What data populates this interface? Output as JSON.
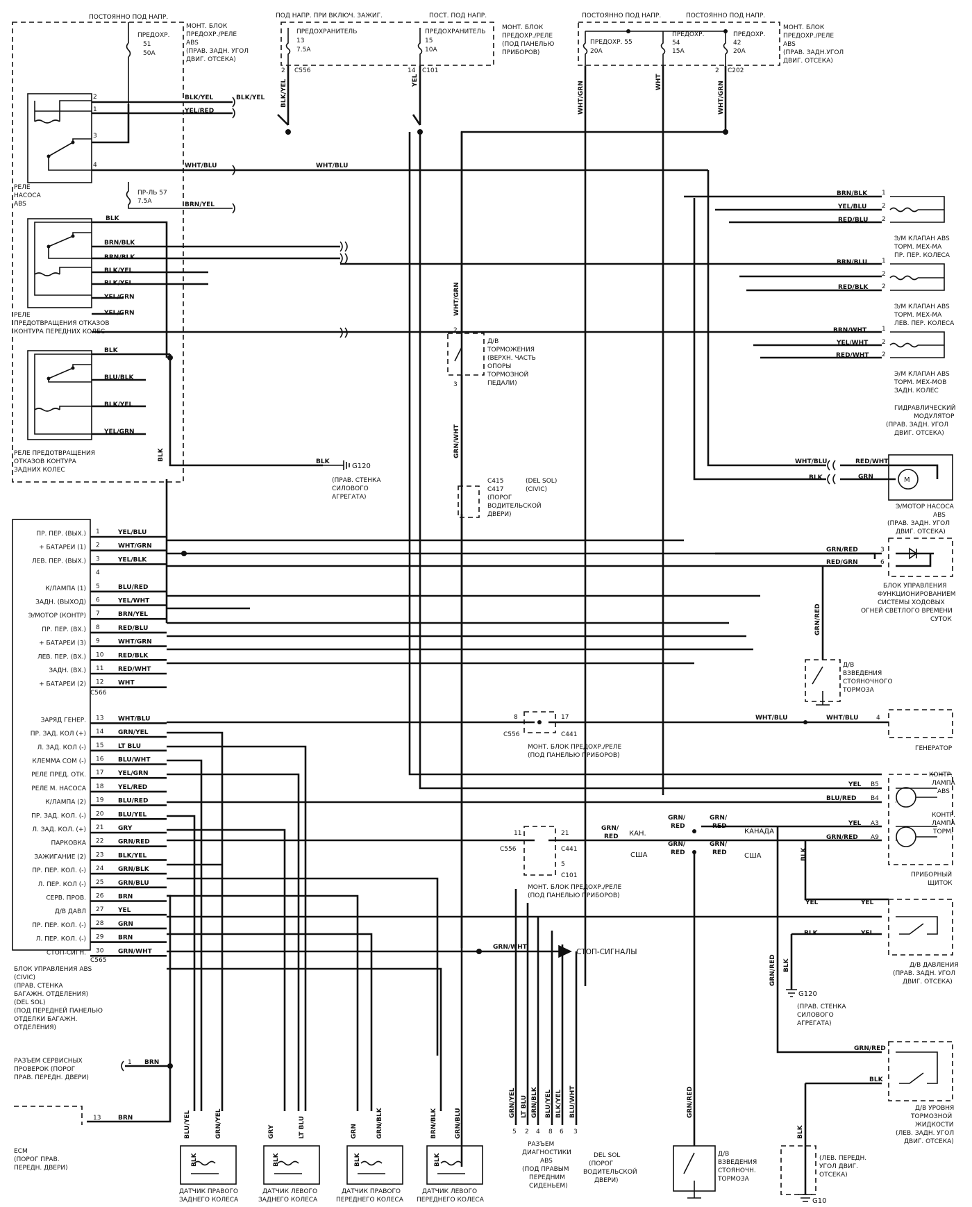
{
  "fuses_top": {
    "f51_hdr": "ПОСТОЯННО ПОД НАПР.",
    "f51_label": "ПРЕДОХР.",
    "f51_num": "51",
    "f51_amp": "50A",
    "abs_block": [
      "МОНТ. БЛОК",
      "ПРЕДОХР./РЕЛЕ",
      "ABS",
      "(ПРАВ. ЗАДН. УГОЛ",
      "ДВИГ. ОТСЕКА)"
    ],
    "ign_hdr": "ПОД НАПР. ПРИ ВКЛЮЧ. ЗАЖИГ.",
    "f13_label": "ПРЕДОХРАНИТЕЛЬ",
    "f13_num": "13",
    "f13_amp": "7.5A",
    "const_hdr2": "ПОСТ. ПОД НАПР.",
    "f15_label": "ПРЕДОХРАНИТЕЛЬ",
    "f15_num": "15",
    "f15_amp": "10A",
    "dash_block": [
      "МОНТ. БЛОК",
      "ПРЕДОХР./РЕЛЕ",
      "(ПОД ПАНЕЛЬЮ",
      "ПРИБОРОВ)"
    ],
    "f13_pin": "2",
    "f13_conn": "C556",
    "f15_pin": "14",
    "f15_conn": "C101",
    "const_hdr3": "ПОСТОЯННО ПОД НАПР.",
    "const_hdr4": "ПОСТОЯННО ПОД НАПР.",
    "f55_label": "ПРЕДОХР. 55",
    "f55_amp": "20A",
    "f54_label": "ПРЕДОХР.",
    "f54_num": "54",
    "f54_amp": "15A",
    "f42_label": "ПРЕДОХР.",
    "f42_num": "42",
    "f42_amp": "20A",
    "abs_block2": [
      "МОНТ. БЛОК",
      "ПРЕДОХР./РЕЛЕ",
      "ABS",
      "(ПРАВ. ЗАДН.УГОЛ",
      "ДВИГ. ОТСЕКА)"
    ],
    "f42_pin": "2",
    "f42_conn": "C202",
    "f57_label": "ПР-ЛЬ 57",
    "f57_amp": "7.5A"
  },
  "wires": {
    "blk_yel": "BLK/YEL",
    "yel_red": "YEL/RED",
    "wht_blu": "WHT/BLU",
    "brn_yel": "BRN/YEL",
    "blk": "BLK",
    "brn_blk": "BRN/BLK",
    "yel_grn": "YEL/GRN",
    "blu_blk": "BLU/BLK",
    "yel": "YEL",
    "wht_grn": "WHT/GRN",
    "wht": "WHT",
    "grn_wht": "GRN/WHT",
    "grn_red": "GRN/RED",
    "red_grn": "RED/GRN",
    "red_wht": "RED/WHT",
    "grn": "GRN",
    "brn_blu": "BRN/BLU",
    "yel_blu": "YEL/BLU",
    "red_blu": "RED/BLU",
    "red_blk": "RED/BLK",
    "brn_wht": "BRN/WHT",
    "yel_wht": "YEL/WHT",
    "blu_red": "BLU/RED",
    "blu_yel": "BLU/YEL",
    "gry": "GRY",
    "lt_blu": "LT BLU",
    "blu_wht": "BLU/WHT",
    "grn_blk": "GRN/BLK",
    "grn_yel": "GRN/YEL",
    "grn_blu": "GRN/BLU",
    "brn": "BRN",
    "red": "RED",
    "grn_slash": "GRN/"
  },
  "relays": {
    "pump_relay": [
      "РЕЛЕ",
      "НАСОСА",
      "ABS"
    ],
    "front_relay": [
      "РЕЛЕ",
      "ПРЕДОТВРАЩЕНИЯ ОТКАЗОВ",
      "КОНТУРА ПЕРЕДНИХ КОЛЕС"
    ],
    "rear_relay": [
      "РЕЛЕ ПРЕДОТВРАЩЕНИЯ",
      "ОТКАЗОВ КОНТУРА",
      "ЗАДНИХ КОЛЕС"
    ],
    "pins": [
      "2",
      "1",
      "3",
      "4"
    ]
  },
  "ground1": {
    "name": "G120",
    "label": [
      "(ПРАВ. СТЕНКА",
      "СИЛОВОГО",
      "АГРЕГАТА)"
    ]
  },
  "brake_switch": {
    "label": [
      "Д/В",
      "ТОРМОЖЕНИЯ",
      "(ВЕРХН. ЧАСТЬ",
      "ОПОРЫ",
      "ТОРМОЗНОЙ",
      "ПЕДАЛИ)"
    ],
    "pin_top": "2",
    "pin_bottom": "3"
  },
  "door_conn": {
    "c415": "C415",
    "delsol": "(DEL SOL)",
    "c417": "C417",
    "civic": "(CIVIC)",
    "label": [
      "(ПОРОГ",
      "ВОДИТЕЛЬСКОЙ",
      "ДВЕРИ)"
    ]
  },
  "valves": {
    "v1": [
      "Э/М КЛАПАН ABS",
      "ТОРМ. МЕХ-МА",
      "ПР. ПЕР. КОЛЕСА"
    ],
    "v2": [
      "Э/М КЛАПАН ABS",
      "ТОРМ. МЕХ-МА",
      "ЛЕВ. ПЕР. КОЛЕСА"
    ],
    "v3": [
      "Э/М КЛАПАН ABS",
      "ТОРМ. МЕХ-МОВ",
      "ЗАДН. КОЛЕС"
    ],
    "modulator": [
      "ГИДРАВЛИЧЕСКИЙ",
      "МОДУЛЯТОР",
      "(ПРАВ. ЗАДН. УГОЛ",
      "ДВИГ. ОТСЕКА)"
    ],
    "pins": [
      "1",
      "2",
      "2"
    ]
  },
  "motor": {
    "label": [
      "Э/МОТОР НАСОСА",
      "ABS",
      "(ПРАВ. ЗАДН. УГОЛ",
      "ДВИГ. ОТСЕКА)"
    ],
    "m": "M"
  },
  "drl": {
    "label": [
      "БЛОК УПРАВЛЕНИЯ",
      "ФУНКЦИОНИРОВАНИЕМ",
      "СИСТЕМЫ ХОДОВЫХ",
      "ОГНЕЙ СВЕТЛОГО ВРЕМЕНИ",
      "СУТОК"
    ],
    "pin3": "3",
    "pin6": "6"
  },
  "parking_switch": {
    "label": [
      "Д/В",
      "ВЗВЕДЕНИЯ",
      "СТОЯНОЧНОГО",
      "ТОРМОЗА"
    ]
  },
  "generator": {
    "label": "ГЕНЕРАТОР",
    "pin": "4"
  },
  "dash_conn": {
    "pin8": "8",
    "conn1": "C556",
    "pin17": "17",
    "conn2": "C441",
    "label": [
      "МОНТ. БЛОК ПРЕДОХР./РЕЛЕ",
      "(ПОД ПАНЕЛЬЮ ПРИБОРОВ)"
    ]
  },
  "cluster": {
    "lamp1": [
      "КОНТР.",
      "ЛАМПА",
      "ABS"
    ],
    "lamp2": [
      "КОНТР.",
      "ЛАМПА",
      "ТОРМ."
    ],
    "pins": [
      "B5",
      "B4",
      "A3",
      "A9"
    ],
    "label": [
      "ПРИБОРНЫЙ",
      "ЩИТОК"
    ]
  },
  "can_usa": {
    "kan": "КАН.",
    "kanada": "КАНАДА",
    "usa": "США",
    "pin11": "11",
    "pin21": "21",
    "pin5": "5",
    "conn1": "C556",
    "conn2": "C441",
    "conn3": "C101",
    "label": [
      "МОНТ. БЛОК ПРЕДОХР./РЕЛЕ",
      "(ПОД ПАНЕЛЬЮ ПРИБОРОВ)"
    ]
  },
  "stop": {
    "label": "СТОП-СИГНАЛЫ"
  },
  "pressure_switch": {
    "label": [
      "Д/В ДАВЛЕНИЯ",
      "(ПРАВ. ЗАДН. УГОЛ",
      "ДВИГ. ОТСЕКА)"
    ]
  },
  "ground2": {
    "name": "G120",
    "label": [
      "(ПРАВ. СТЕНКА",
      "СИЛОВОГО",
      "АГРЕГАТА)"
    ]
  },
  "fluid_switch": {
    "label": [
      "Д/В УРОВНЯ",
      "ТОРМОЗНОЙ",
      "ЖИДКОСТИ",
      "(ЛЕВ. ЗАДН. УГОЛ",
      "ДВИГ. ОТСЕКА)"
    ]
  },
  "ground3": {
    "name": "G10",
    "label": [
      "(ЛЕВ. ПЕРЕДН.",
      "УГОЛ ДВИГ.",
      "ОТСЕКА)"
    ]
  },
  "ecu": {
    "pins": [
      {
        "num": "1",
        "label": "ПР. ПЕР. (ВЫХ.)",
        "wire": "YEL/BLU"
      },
      {
        "num": "2",
        "label": "+ БАТАРЕИ (1)",
        "wire": "WHT/GRN"
      },
      {
        "num": "3",
        "label": "ЛЕВ. ПЕР. (ВЫХ.)",
        "wire": "YEL/BLK"
      },
      {
        "num": "4",
        "label": "",
        "wire": ""
      },
      {
        "num": "5",
        "label": "К/ЛАМПА (1)",
        "wire": "BLU/RED"
      },
      {
        "num": "6",
        "label": "ЗАДН. (ВЫХОД)",
        "wire": "YEL/WHT"
      },
      {
        "num": "7",
        "label": "Э/МОТОР (КОНТР)",
        "wire": "BRN/YEL"
      },
      {
        "num": "8",
        "label": "ПР. ПЕР. (ВХ.)",
        "wire": "RED/BLU"
      },
      {
        "num": "9",
        "label": "+ БАТАРЕИ (3)",
        "wire": "WHT/GRN"
      },
      {
        "num": "10",
        "label": "ЛЕВ. ПЕР. (ВХ.)",
        "wire": "RED/BLK"
      },
      {
        "num": "11",
        "label": "ЗАДН. (ВХ.)",
        "wire": "RED/WHT"
      },
      {
        "num": "12",
        "label": "+ БАТАРЕИ (2)",
        "wire": "WHT"
      },
      {
        "num": "13",
        "label": "ЗАРЯД ГЕНЕР.",
        "wire": "WHT/BLU"
      },
      {
        "num": "14",
        "label": "ПР. ЗАД. КОЛ (+)",
        "wire": "GRN/YEL"
      },
      {
        "num": "15",
        "label": "Л. ЗАД. КОЛ (-)",
        "wire": "LT BLU"
      },
      {
        "num": "16",
        "label": "КЛЕММА COM (-)",
        "wire": "BLU/WHT"
      },
      {
        "num": "17",
        "label": "РЕЛЕ ПРЕД. ОТК.",
        "wire": "YEL/GRN"
      },
      {
        "num": "18",
        "label": "РЕЛЕ М. НАСОСА",
        "wire": "YEL/RED"
      },
      {
        "num": "19",
        "label": "К/ЛАМПА (2)",
        "wire": "BLU/RED"
      },
      {
        "num": "20",
        "label": "ПР. ЗАД. КОЛ. (-)",
        "wire": "BLU/YEL"
      },
      {
        "num": "21",
        "label": "Л. ЗАД. КОЛ. (+)",
        "wire": "GRY"
      },
      {
        "num": "22",
        "label": "ПАРКОВКА",
        "wire": "GRN/RED"
      },
      {
        "num": "23",
        "label": "ЗАЖИГАНИЕ (2)",
        "wire": "BLK/YEL"
      },
      {
        "num": "24",
        "label": "ПР. ПЕР. КОЛ. (-)",
        "wire": "GRN/BLK"
      },
      {
        "num": "25",
        "label": "Л. ПЕР. КОЛ (-)",
        "wire": "GRN/BLU"
      },
      {
        "num": "26",
        "label": "СЕРВ. ПРОВ.",
        "wire": "BRN"
      },
      {
        "num": "27",
        "label": "Д/В ДАВЛ",
        "wire": "YEL"
      },
      {
        "num": "28",
        "label": "ПР. ПЕР. КОЛ. (-)",
        "wire": "GRN"
      },
      {
        "num": "29",
        "label": "Л. ПЕР. КОЛ. (-)",
        "wire": "BRN"
      },
      {
        "num": "30",
        "label": "СТОП-СИГН.",
        "wire": "GRN/WHT"
      }
    ],
    "conn_c566": "C566",
    "conn_c565": "C565",
    "label": [
      "БЛОК УПРАВЛЕНИЯ ABS",
      "(CIVIC)",
      "(ПРАВ. СТЕНКА",
      "БАГАЖН. ОТДЕЛЕНИЯ)",
      "(DEL SOL)",
      "(ПОД ПЕРЕДНЕЙ ПАНЕЛЬЮ",
      "ОТДЕЛКИ БАГАЖН.",
      "ОТДЕЛЕНИЯ)"
    ]
  },
  "service": {
    "label": [
      "РАЗЪЕМ СЕРВИСНЫХ",
      "ПРОВЕРОК (ПОРОГ",
      "ПРАВ. ПЕРЕДН. ДВЕРИ)"
    ],
    "pin": "1",
    "wire": "BRN"
  },
  "ecm": {
    "label": [
      "ECM",
      "(ПОРОГ ПРАВ.",
      "ПЕРЕДН. ДВЕРИ)"
    ],
    "pin": "13",
    "wire": "BRN"
  },
  "sensors": {
    "s1": [
      "ДАТЧИК ПРАВОГО",
      "ЗАДНЕГО КОЛЕСА"
    ],
    "s2": [
      "ДАТЧИК ЛЕВОГО",
      "ЗАДНЕГО КОЛЕСА"
    ],
    "s3": [
      "ДАТЧИК ПРАВОГО",
      "ПЕРЕДНЕГО КОЛЕСА"
    ],
    "s4": [
      "ДАТЧИК ЛЕВОГО",
      "ПЕРЕДНЕГО КОЛЕСА"
    ]
  },
  "diag": {
    "label": [
      "РАЗЪЕМ",
      "ДИАГНОСТИКИ",
      "ABS",
      "(ПОД ПРАВЫМ",
      "ПЕРЕДНИМ",
      "СИДЕНЬЕМ)"
    ],
    "delsol": [
      "DEL SOL",
      "(ПОРОГ",
      "ВОДИТЕЛЬСКОЙ",
      "ДВЕРИ)"
    ],
    "pins": [
      "5",
      "2",
      "4",
      "8",
      "6",
      "3"
    ]
  },
  "parking_switch2": {
    "label": [
      "Д/В",
      "ВЗВЕДЕНИЯ",
      "СТОЯНОЧН.",
      "ТОРМОЗА"
    ]
  }
}
